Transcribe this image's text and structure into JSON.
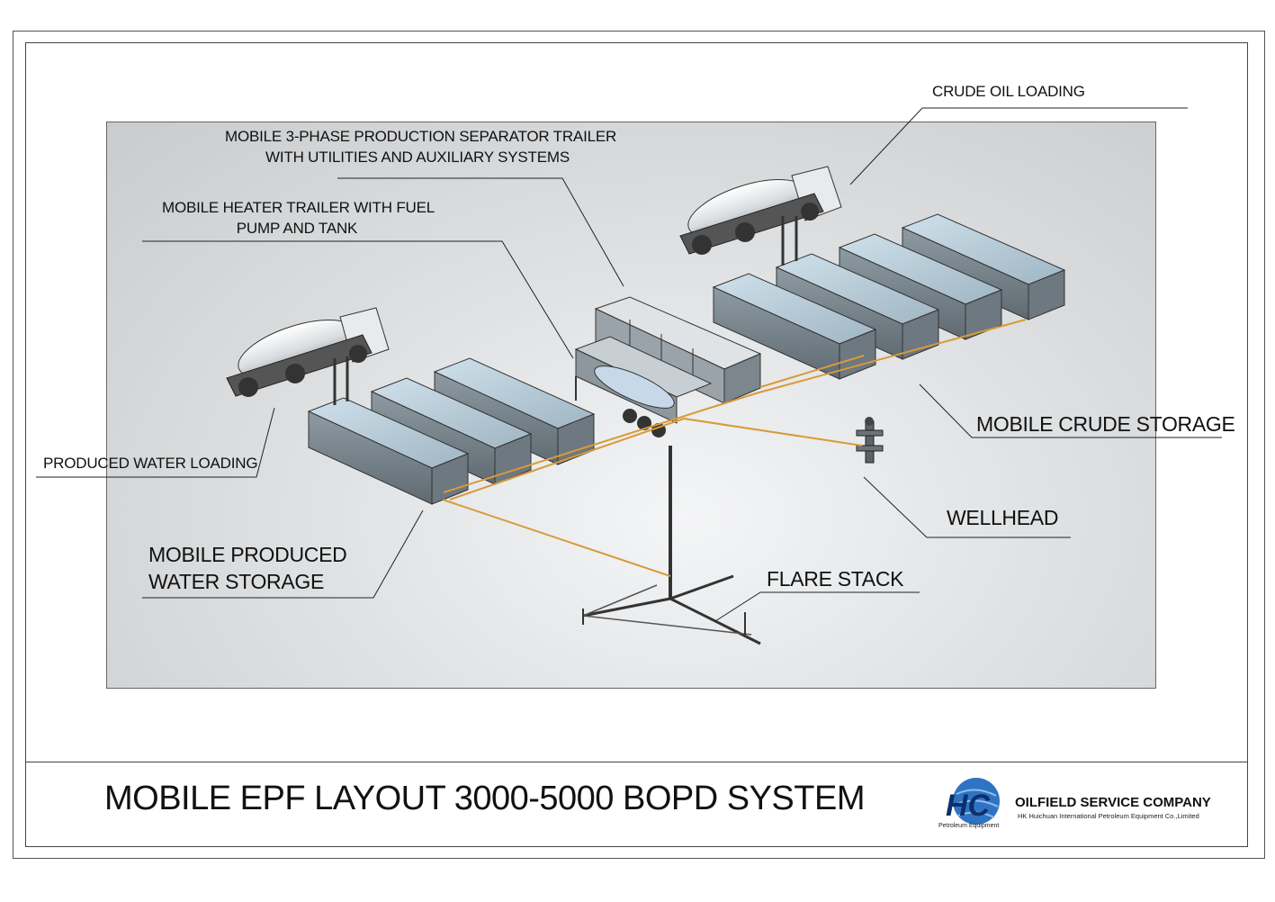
{
  "labels": {
    "separator_line1": "MOBILE 3-PHASE PRODUCTION SEPARATOR TRAILER",
    "separator_line2": "WITH UTILITIES AND AUXILIARY SYSTEMS",
    "heater_line1": "MOBILE HEATER TRAILER WITH FUEL",
    "heater_line2": "PUMP AND TANK",
    "crude_oil_loading": "CRUDE OIL LOADING",
    "mobile_crude_storage": "MOBILE CRUDE STORAGE",
    "wellhead": "WELLHEAD",
    "flare_stack": "FLARE STACK",
    "produced_water_loading": "PRODUCED WATER LOADING",
    "water_storage_line1": "MOBILE PRODUCED",
    "water_storage_line2": "WATER STORAGE"
  },
  "title": "MOBILE EPF LAYOUT 3000-5000 BOPD SYSTEM",
  "company": {
    "name": "OILFIELD SERVICE COMPANY",
    "subtitle": "HK Huichuan International Petroleum Equipment Co.,Limited",
    "logo_text": "HC",
    "logo_caption": "Petroleum Equipment"
  },
  "colors": {
    "pipe": "#d89a3a",
    "tank_top": "#b9cfdb",
    "tank_side": "#7d8a92",
    "logo_blue": "#1f5fae"
  }
}
